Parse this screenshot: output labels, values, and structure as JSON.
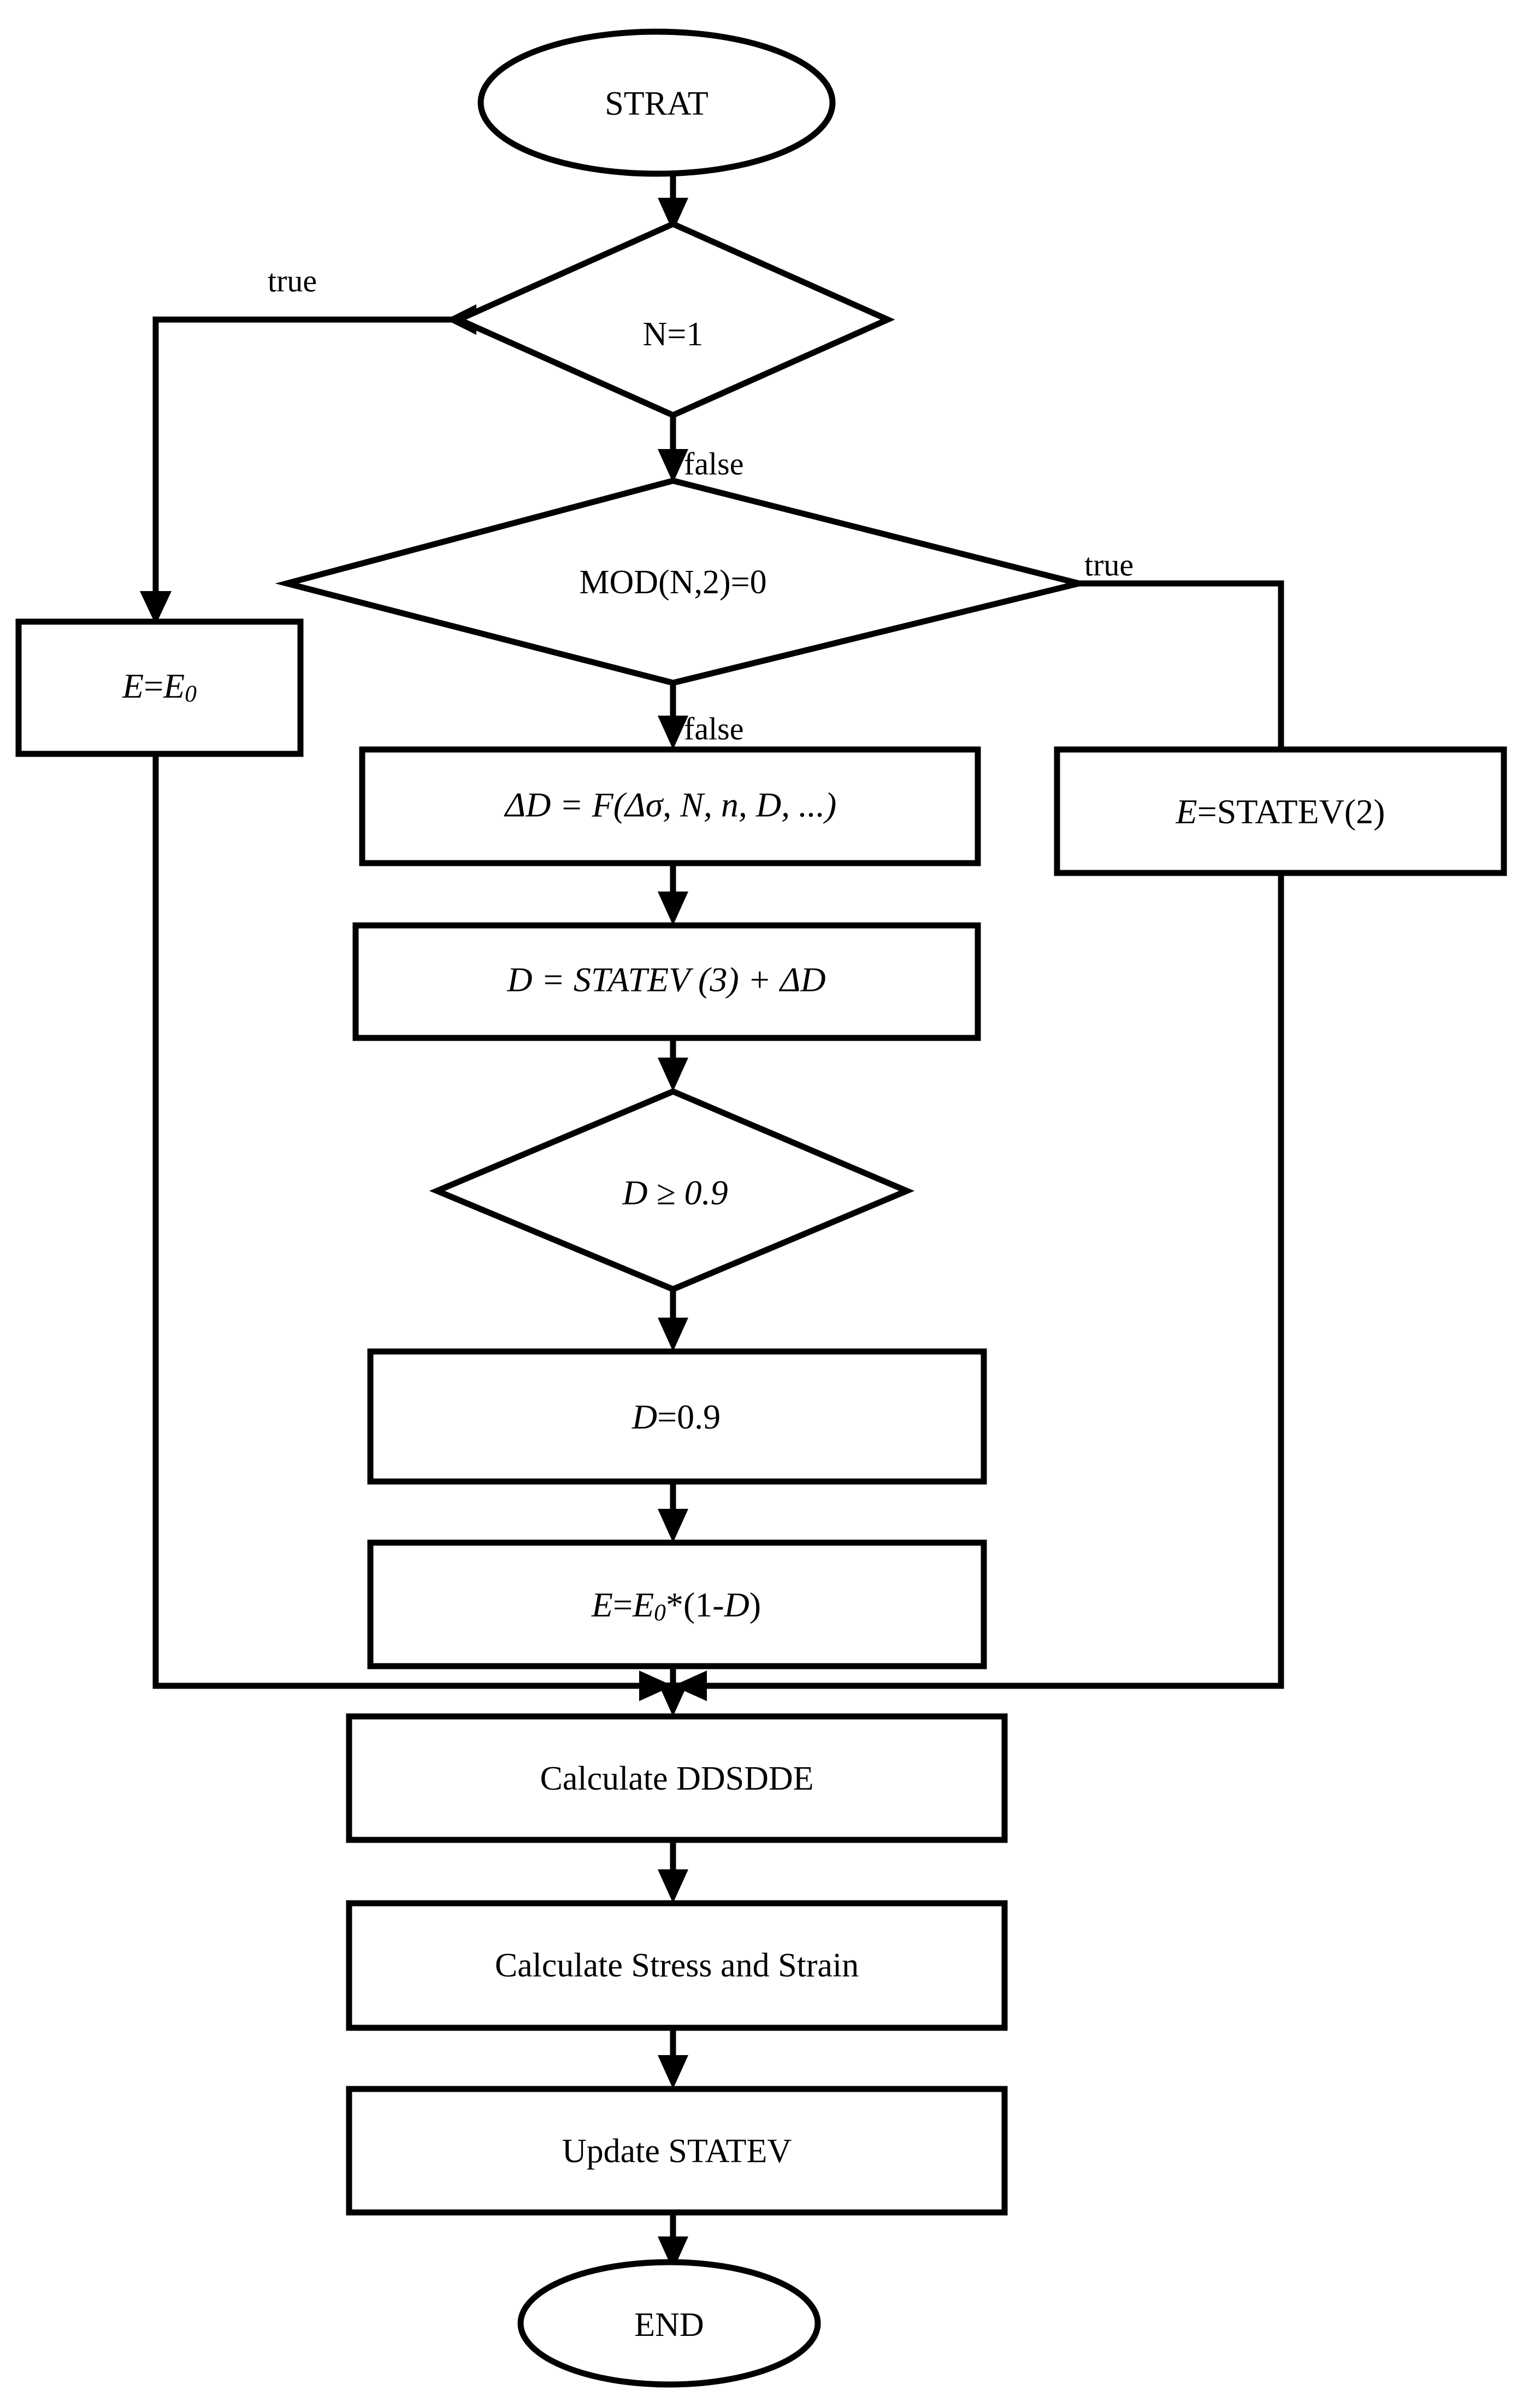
{
  "diagram": {
    "title": "UMAT fatigue damage subroutine flowchart",
    "background_color": "#ffffff",
    "line_color": "#000000",
    "fill_color": "#ffffff"
  },
  "nodes": {
    "start": {
      "label": "STRAT",
      "shape": "ellipse"
    },
    "decision_n1": {
      "label": "N=1",
      "shape": "diamond"
    },
    "decision_mod": {
      "label": "MOD(N,2)=0",
      "shape": "diamond"
    },
    "set_e_e0": {
      "label_prefix": "E",
      "label_eq": "=",
      "label_main": "E",
      "label_sub": "0",
      "shape": "rect"
    },
    "set_e_statev2": {
      "label_prefix": "E",
      "label_main": "=STATEV(2)",
      "shape": "rect"
    },
    "calc_delta_d": {
      "label": "ΔD = F(Δσ, N, n, D, ...)",
      "shape": "rect"
    },
    "calc_d": {
      "label": "D = STATEV (3) + ΔD",
      "shape": "rect"
    },
    "decision_d_limit": {
      "label": "D ≥ 0.9",
      "shape": "diamond"
    },
    "clamp_d": {
      "label_main": "D",
      "label_rest": "=0.9",
      "shape": "rect"
    },
    "degrade_e": {
      "label_e": "E",
      "label_eq": "=",
      "label_e0": "E",
      "label_sub": "0",
      "label_star": "*(1-",
      "label_d": "D",
      "label_close": ")",
      "shape": "rect"
    },
    "calc_ddsdde": {
      "label": "Calculate DDSDDE",
      "shape": "rect"
    },
    "calc_stress_strain": {
      "label": "Calculate Stress and Strain",
      "shape": "rect"
    },
    "update_statev": {
      "label": "Update STATEV",
      "shape": "rect"
    },
    "end": {
      "label": "END",
      "shape": "ellipse"
    }
  },
  "edge_labels": {
    "n1_true": "true",
    "n1_false": "false",
    "mod_true": "true",
    "mod_false": "false"
  }
}
